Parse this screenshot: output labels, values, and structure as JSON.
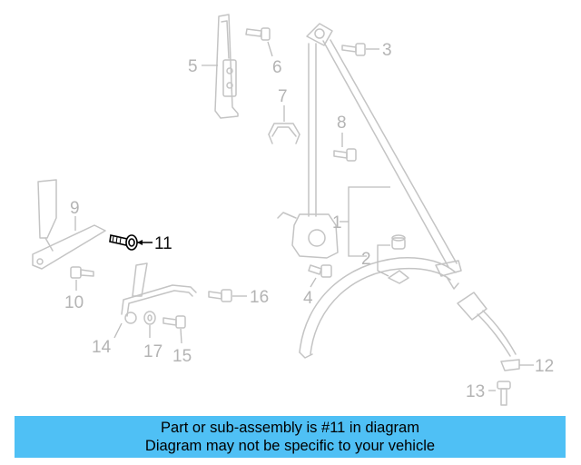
{
  "diagram": {
    "highlight_color": "#000000",
    "part_color": "#c4c4c4",
    "labels": {
      "p1": "1",
      "p2": "2",
      "p3": "3",
      "p4": "4",
      "p5": "5",
      "p6": "6",
      "p7": "7",
      "p8": "8",
      "p9": "9",
      "p10": "10",
      "p11": "11",
      "p12": "12",
      "p13": "13",
      "p14": "14",
      "p15": "15",
      "p16": "16",
      "p17": "17"
    },
    "highlighted_part": "11"
  },
  "banner": {
    "background": "#4fc0f5",
    "line1": "Part or sub-assembly is #11 in diagram",
    "line2": "Diagram may not be specific to your vehicle"
  }
}
